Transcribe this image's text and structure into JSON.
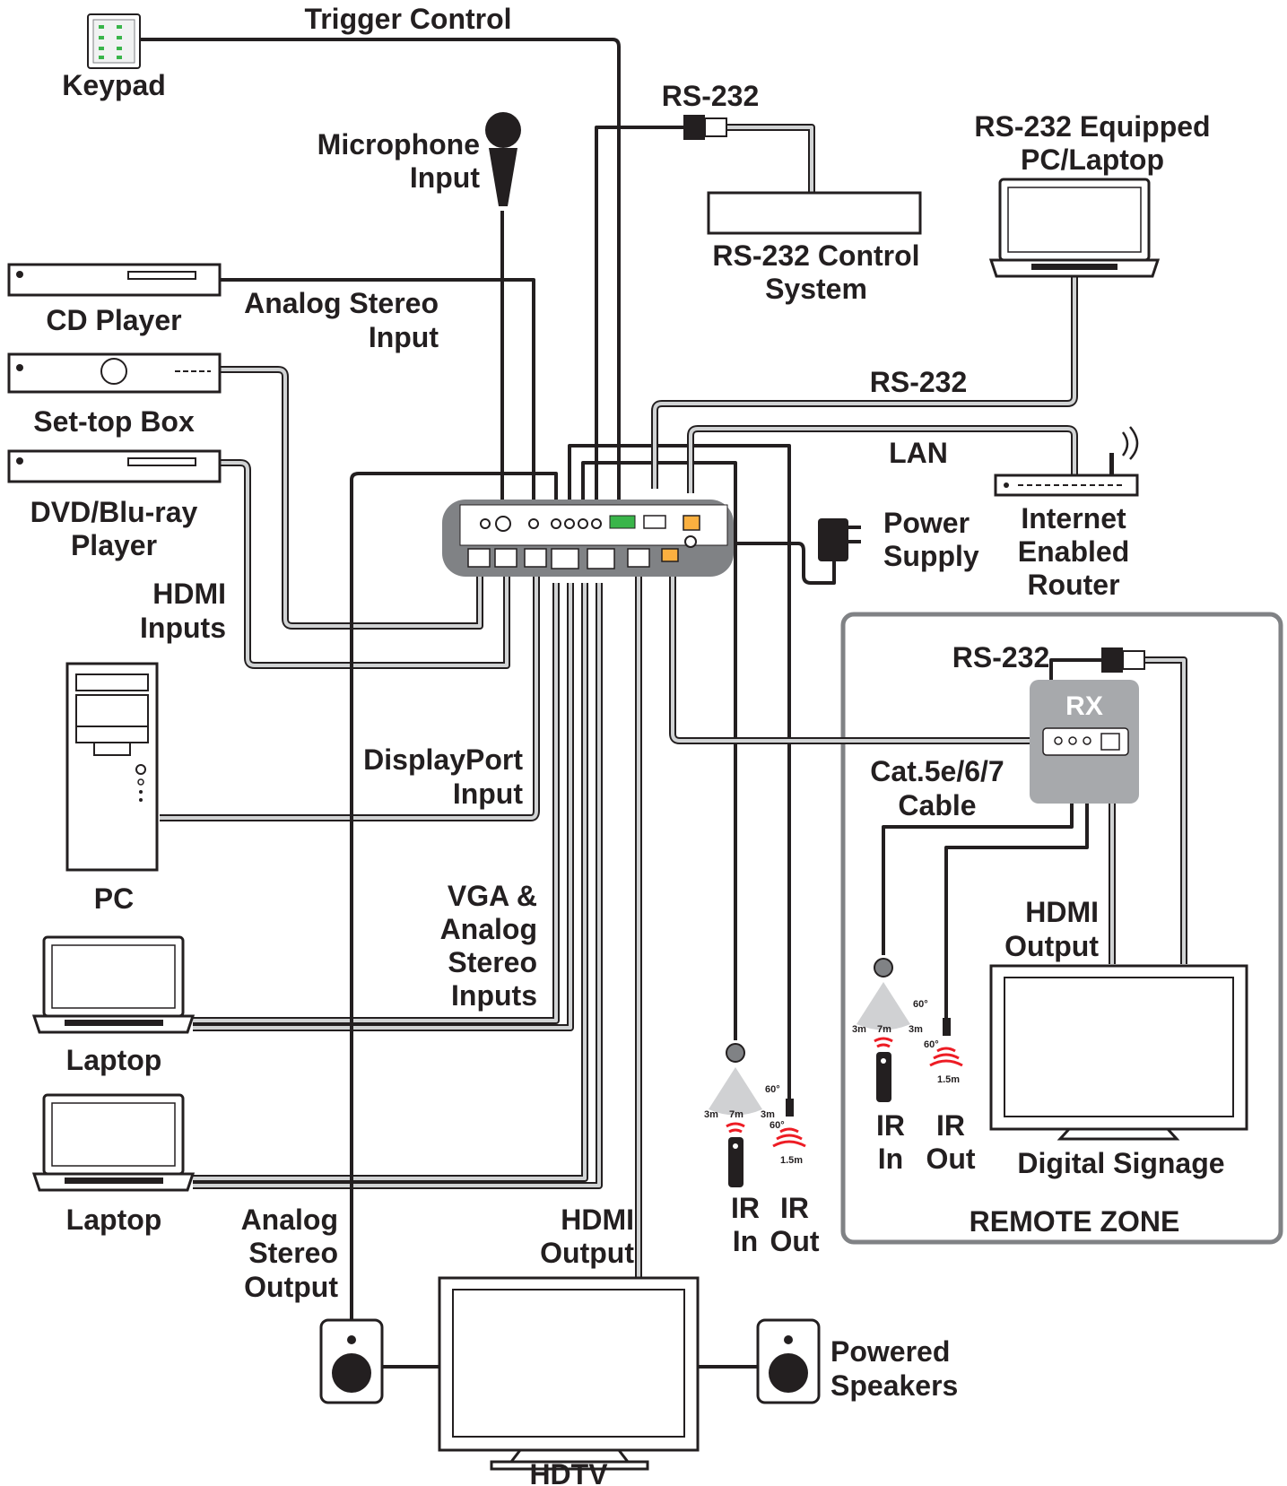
{
  "labels": {
    "trigger_control": "Trigger Control",
    "keypad": "Keypad",
    "rs232_top": "RS-232",
    "microphone_1": "Microphone",
    "microphone_2": "Input",
    "rs232_control_1": "RS-232 Control",
    "rs232_control_2": "System",
    "rs232_pc_1": "RS-232 Equipped",
    "rs232_pc_2": "PC/Laptop",
    "cd_player": "CD Player",
    "analog_stereo_in_1": "Analog Stereo",
    "analog_stereo_in_2": "Input",
    "set_top_box": "Set-top Box",
    "rs232_mid": "RS-232",
    "lan": "LAN",
    "dvd_1": "DVD/Blu-ray",
    "dvd_2": "Player",
    "power_1": "Power",
    "power_2": "Supply",
    "router_1": "Internet",
    "router_2": "Enabled",
    "router_3": "Router",
    "hdmi_inputs_1": "HDMI",
    "hdmi_inputs_2": "Inputs",
    "rs232_rx": "RS-232",
    "rx": "RX",
    "displayport_1": "DisplayPort",
    "displayport_2": "Input",
    "cat_cable_1": "Cat.5e/6/7",
    "cat_cable_2": "Cable",
    "pc": "PC",
    "vga_1": "VGA &",
    "vga_2": "Analog",
    "vga_3": "Stereo",
    "vga_4": "Inputs",
    "hdmi_output_rz_1": "HDMI",
    "hdmi_output_rz_2": "Output",
    "laptop_1": "Laptop",
    "ir_in_rz_1": "IR",
    "ir_in_rz_2": "In",
    "ir_out_rz_1": "IR",
    "ir_out_rz_2": "Out",
    "digital_signage": "Digital Signage",
    "laptop_2": "Laptop",
    "analog_out_1": "Analog",
    "analog_out_2": "Stereo",
    "analog_out_3": "Output",
    "hdmi_output_1": "HDMI",
    "hdmi_output_2": "Output",
    "ir_in_1": "IR",
    "ir_in_2": "In",
    "ir_out_1": "IR",
    "ir_out_2": "Out",
    "remote_zone": "REMOTE ZONE",
    "powered_speakers_1": "Powered",
    "powered_speakers_2": "Speakers",
    "hdtv": "HDTV"
  },
  "ir_specs": {
    "angle": "60°",
    "range_side": "3m",
    "range_center": "7m",
    "range_out": "1.5m"
  },
  "colors": {
    "ink": "#231f20",
    "cable_fill": "#d1d3d4",
    "panel": "#808285",
    "panel_light": "#bcbec0",
    "ir_red": "#ed1c24",
    "terminal_green": "#39b54a",
    "rx_box": "#a7a9ac"
  }
}
